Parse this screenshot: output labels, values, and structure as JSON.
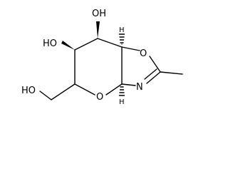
{
  "molecule": {
    "atoms": {
      "oh_top": "OH",
      "oh_left": "HO",
      "o_ring_right": "O",
      "ho_bottom": "HO",
      "o_ring_pyran": "O",
      "n_ring": "N"
    },
    "stereo_h": {
      "h_upper": "H",
      "h_lower": "H"
    },
    "colors": {
      "ink": "#000000",
      "background": "#ffffff"
    }
  }
}
